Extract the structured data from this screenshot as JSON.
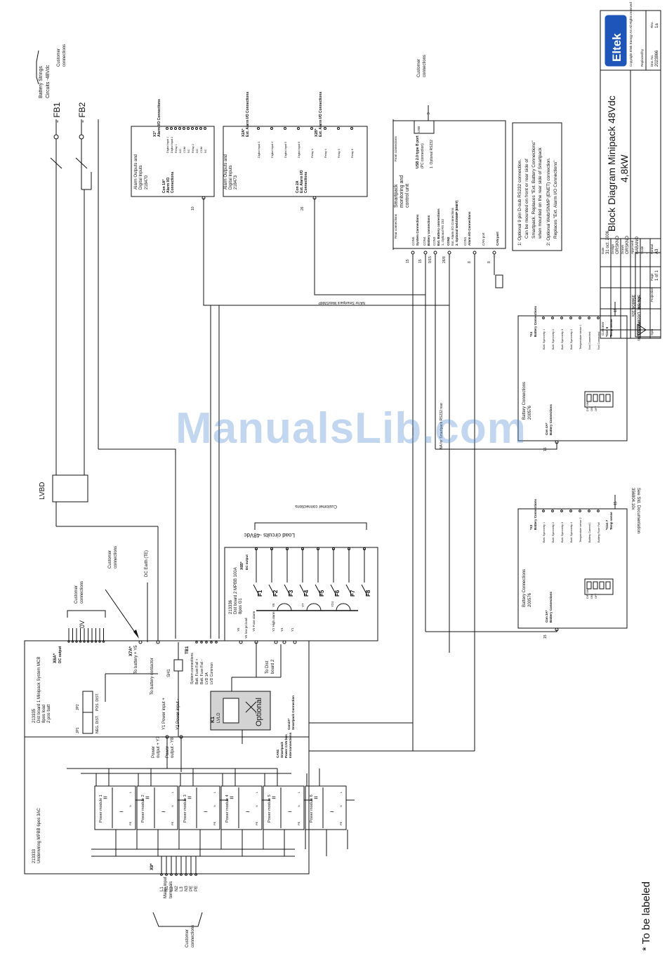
{
  "title_block": {
    "company": "Eltek",
    "title_line1": "Block Diagram Minipack 48Vdc",
    "title_line2": "4,8kW",
    "copyright": "Copyright Eltek Energy AS All Rights reserved",
    "replaces": "Replaced by",
    "doc_no_label": "Drw. No.",
    "doc_no": "2023866",
    "rev_label": "Rev.",
    "rev": "1a",
    "date_label": "Date",
    "date": "31 oct. 2006",
    "design_label": "Design",
    "design": "ORSKNO",
    "drawn_label": "Drawn",
    "drawn": "ORSKNO",
    "approved_label": "Approved",
    "approved": "BABANO",
    "scale_label": "Scale",
    "scale": "-",
    "format_label": "Format",
    "format": "A3",
    "page_label": "Page",
    "page": "1 of 1",
    "projection_label": "Projection",
    "customer_label": "Customer",
    "part_label": "Part/Sign",
    "alteration_label": "Alteration",
    "sym_label": "Sym"
  },
  "footnote": "* To be labeled",
  "watermark": "ManualsLib.com",
  "notes": [
    "1:   Optional 9 pin D-sub RS232 connection.",
    "Can be mounted on front or rear side of",
    "Smartpack.  Replaces \"Ext. Battery Connections\"",
    "when mounted on the rear side of Smartpack",
    "2:   Optional Web/SNMP (ENET) connection.",
    "Replaces \"Ext. Alarm I/O Connections\""
  ],
  "battery_strings": {
    "fb1": "- FB1",
    "fb2": "- FB2",
    "label_1": "Battery Strings",
    "label_2": "Circuits -48Vdc",
    "customer_1": "Customer",
    "customer_2": "connections"
  },
  "lvbd": "LVBD",
  "alarm_1": {
    "title_1": "Alarm Outputs and",
    "title_2": "Digital Inputs",
    "part": "218470",
    "con": "Con 1A*",
    "con_2": "Alarm I/O",
    "con_3": "Connections",
    "x": "X1*",
    "x_2": "Alarm I/O Connections",
    "wire": "10",
    "pins": [
      "Digital Input 1",
      "Digital Input 2",
      "Relay 1",
      "NO",
      "COM",
      "NC",
      "Relay 2",
      "NO",
      "COM",
      "NC"
    ]
  },
  "alarm_2": {
    "title_1": "Alarm Outputs and",
    "title_2": "Digital Inputs",
    "part": "218473",
    "con": "Con 2A",
    "con_2": "Ext. Alarm I/O",
    "con_3": "Connections",
    "x": "X2A*",
    "x_2": "Ext. Alarm I/O Connections",
    "x_b": "X2B*",
    "x_b_2": "Ext. Alarm I/O Connections",
    "wire": "26",
    "pins": [
      "Digital Input 3",
      "Digital Input 4",
      "Digital Input 5",
      "Digital Input 6",
      "Relay 3",
      "Relay 4",
      "Relay 5",
      "Relay 6"
    ]
  },
  "smartpack": {
    "title_1": "Smartpack",
    "title_2": "monitoring and",
    "title_3": "control unit",
    "rear": "Rear connections",
    "front": "Front connections",
    "usb_1": "USB 2.0 type B port",
    "usb_2": "(PC connection)",
    "usb_box": "USB",
    "rs232": "1. Optional RS232",
    "lines": [
      "CON5",
      "System Connections",
      "CON4",
      "Battery connections",
      "CON3",
      "Ext. Battery connections",
      "1. Optional RS 232",
      "CON2",
      "Ext. Alarm I/O Connections",
      "2. Optional Web/SNMP (ENET)",
      "CON1",
      "Alarm I/O Connections",
      "CAN port",
      "CAN port"
    ],
    "wires": [
      "15",
      "15",
      "9/15",
      "26/8",
      "8",
      "8"
    ],
    "customer_1": "Customer",
    "customer_2": "connections",
    "usb_wire": "9",
    "na_1": "NA for Smartpack Web/SNMP",
    "na_2": "NA for Smartpack RS232 rear"
  },
  "battery_conn_1": {
    "title": "Battery Connections",
    "part": "200576",
    "con": "Con 4A*",
    "con_2": "Battery Connections",
    "x": "*X4",
    "x_2": "Battery Connections",
    "pins": [
      "Batt. Symmetry 1",
      "Batt. Symmetry 2",
      "Batt. Symmetry 3",
      "Batt. Symmetry 4",
      "Temperature sense 1",
      "Not Connected",
      "Not Connected"
    ],
    "con_b": "*Con 6",
    "con_b_2": "Temp sense",
    "see_1": "See Std. Documentation",
    "see_2": "356804.10x",
    "wire": "15",
    "switch": "DIP SW",
    "on": "ON",
    "off": "OFF"
  },
  "battery_conn_2": {
    "title": "Battery Connections",
    "part": "200576",
    "con": "Con 3A*",
    "con_2": "Battery Connections",
    "x": "*X3",
    "x_2": "Battery Connections",
    "pins": [
      "Batt. Symmetry 1",
      "Batt. Symmetry 2",
      "Batt. Symmetry 3",
      "Batt. Symmetry 4",
      "Temperature sense 2",
      "Battery Current 1",
      "Battery Fuse Fail"
    ],
    "con_b": "*Con 7",
    "con_b_2": "Temp sense",
    "see_1": "See Std. Documentation",
    "see_2": "356804.10x",
    "wire": "15",
    "switch": "DIP SW",
    "on": "ON",
    "off": "OFF"
  },
  "load": {
    "label": "Load circuits -48Vdc",
    "customer": "Customer connections",
    "board_1": "213336",
    "board_2": "Dist board 2 MPBB 100A",
    "board_3": "8pos G1",
    "x": "X6B*",
    "x_2": "DC output",
    "fuses": [
      "F1",
      "F2",
      "F3",
      "F4",
      "F5",
      "F6",
      "F7",
      "F8"
    ],
    "y6": "Y6",
    "y7": "Y7",
    "y24": "Y24",
    "y_labels": [
      "Y6",
      "Y5 Fuse alarm",
      "Y2 High alarm",
      "Y4",
      "Y1"
    ],
    "wire_label": "Y6 low pri load",
    "to_dist_1": "To Dist",
    "to_dist_2": "board 2"
  },
  "dist1": {
    "part": "213335",
    "name": "Dist board 1 Minipack System MCB",
    "pos_1": "8pos load",
    "pos_2": "2 pos batt",
    "x6a": "X6A*",
    "x6a_2": "DC output",
    "zero_v": "0V",
    "x7a": "X7A*",
    "to_battery": "To battery + Y5",
    "contactor": "To battery contactor",
    "tb1": "TB1",
    "tb1_lines": [
      "System connections",
      "Batt. Fuse Fail +",
      "Batt. Fuse Fail -",
      "LVD 1A",
      "LVD Common"
    ],
    "sh1": "SH1",
    "jp1": "JP1",
    "jp2": "JP2",
    "neg_dist": "NEG. DIST.",
    "pos_dist": "POS. DIST.",
    "dc_earth": "DC Earth (TE)",
    "customer_1": "Customer",
    "customer_2": "connections",
    "k1": "K1",
    "lvld": "LVLD",
    "optional": "Optional",
    "y1": "Y1 Power input +",
    "y2": "Y2 Power input -",
    "con4a": "Con4A*",
    "con4a_2": "Smartpack Connection"
  },
  "underwiring": {
    "part": "213333",
    "name": "Underwiring MPBB 6pos 3AC",
    "power_out_1": "Power",
    "power_out_2": "output + Y7",
    "power_out_3": "Power",
    "power_out_4": "output - Y8",
    "can1": "CAN1",
    "can1_2": "Smartpack",
    "can1_3": "Power CAN bus",
    "can1_4": "Interconnections",
    "x9": "X9*",
    "mains": [
      "L1",
      "N1",
      "L2",
      "N2",
      "L3",
      "N3",
      "PE",
      "PE"
    ],
    "mains_label_1": "Mains input",
    "mains_label_2": "terminals",
    "customer_1": "Customer",
    "customer_2": "connections",
    "modules": [
      "Power module 1",
      "Power module 2",
      "Power module 3",
      "Power module 4",
      "Power module 5",
      "Power module 6"
    ],
    "pe": "PE",
    "n": "N",
    "l": "L"
  }
}
